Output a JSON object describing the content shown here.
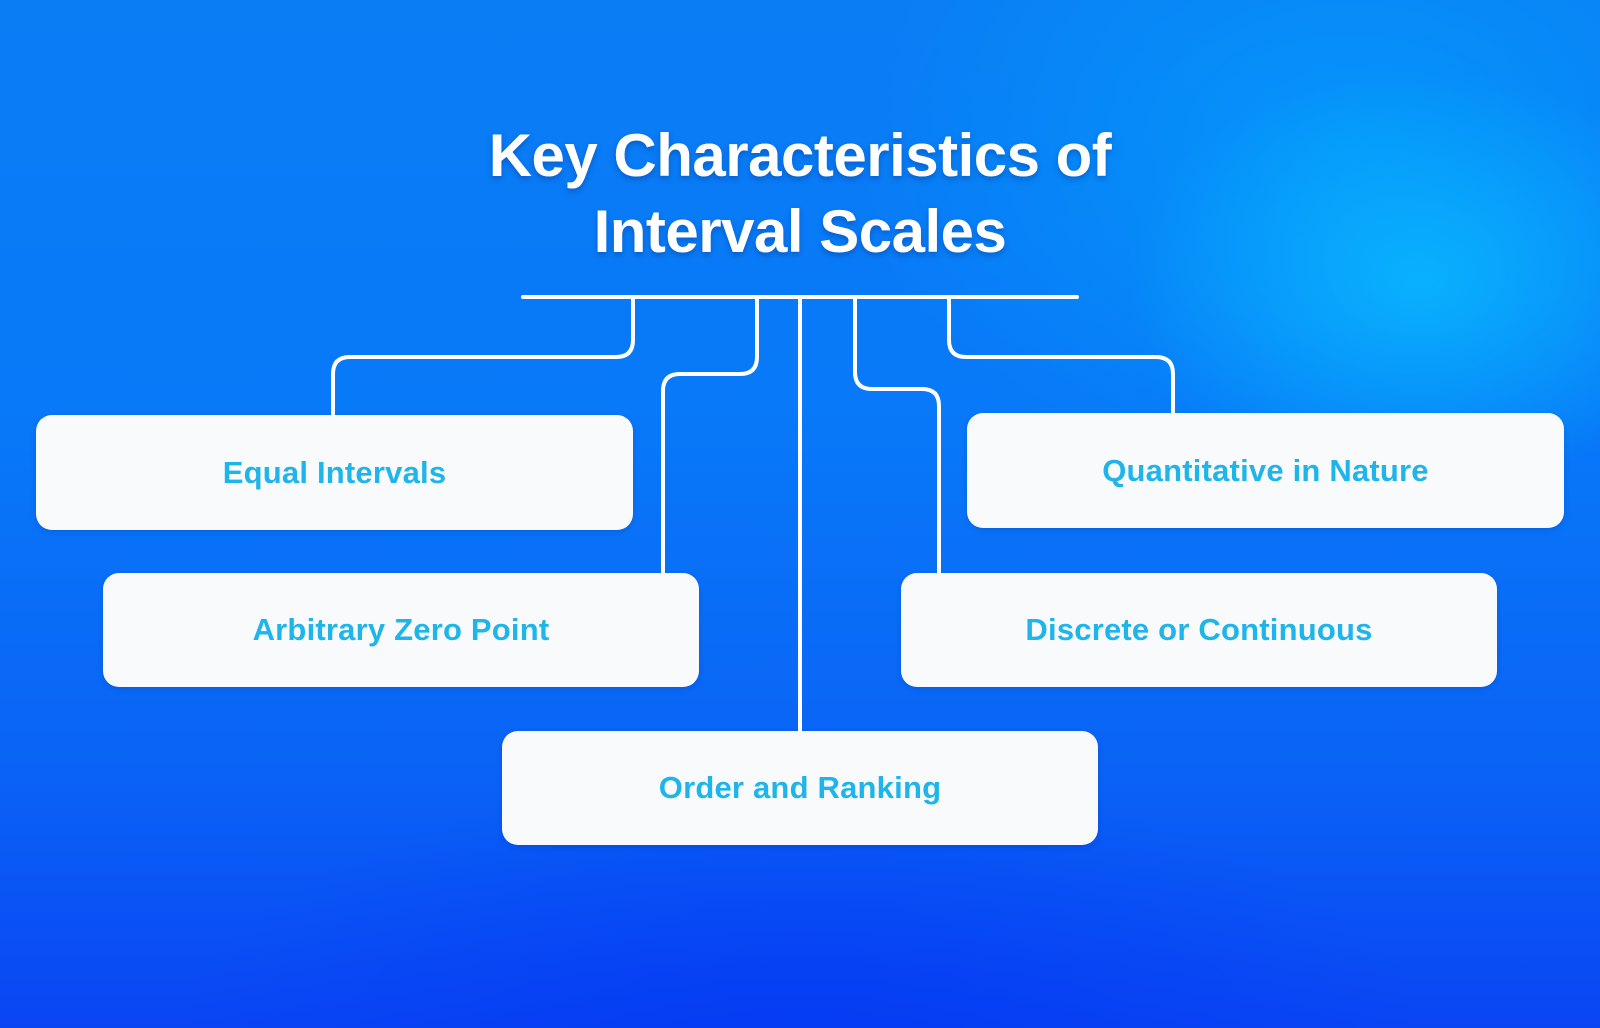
{
  "title": {
    "line1": "Key Characteristics of",
    "line2": "Interval Scales"
  },
  "colors": {
    "background_top": "#0a7df5",
    "background_bottom": "#0a45f4",
    "card_background": "#f8fafc",
    "card_text": "#1fb5ea",
    "connector": "#ffffff",
    "title_text": "#ffffff"
  },
  "characteristics": [
    {
      "label": "Equal Intervals"
    },
    {
      "label": "Arbitrary Zero Point"
    },
    {
      "label": "Order and Ranking"
    },
    {
      "label": "Discrete or Continuous"
    },
    {
      "label": "Quantitative in Nature"
    }
  ]
}
